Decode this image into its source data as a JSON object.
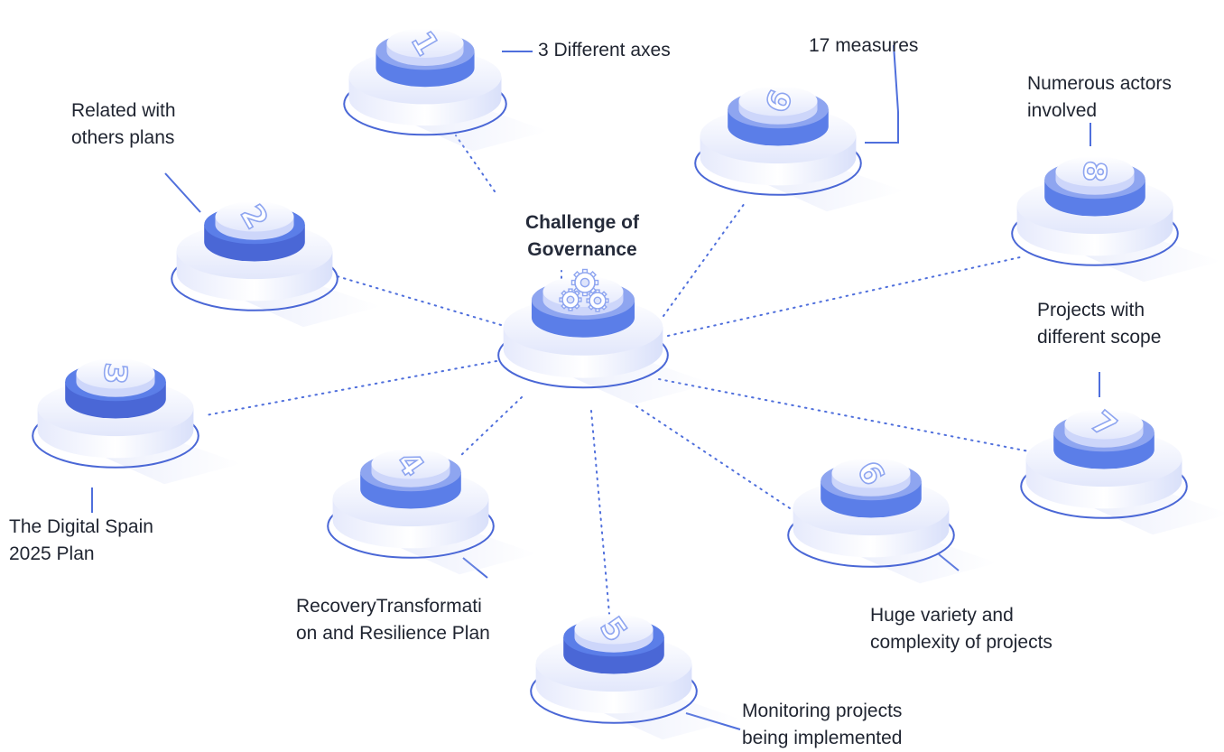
{
  "diagram": {
    "center_title": "Challenge of\nGovernance",
    "center_icon": "gears-icon",
    "nodes": [
      {
        "id": 1,
        "number": "1",
        "label": "3 Different axes"
      },
      {
        "id": 2,
        "number": "2",
        "label": "Related with\nothers plans"
      },
      {
        "id": 3,
        "number": "3",
        "label": "The Digital Spain\n2025 Plan"
      },
      {
        "id": 4,
        "number": "4",
        "label": "RecoveryTransformati\non and Resilience Plan"
      },
      {
        "id": 5,
        "number": "5",
        "label": "Monitoring projects\nbeing implemented"
      },
      {
        "id": 6,
        "number": "6",
        "label": "Huge variety and\ncomplexity of projects"
      },
      {
        "id": 7,
        "number": "7",
        "label": "Projects with\ndifferent scope"
      },
      {
        "id": 8,
        "number": "8",
        "label": "Numerous actors\ninvolved"
      },
      {
        "id": 9,
        "number": "9",
        "label": "17 measures"
      }
    ]
  },
  "colors": {
    "accent": "#5b7ee8",
    "accent_dark": "#4a67d6",
    "button_light": "#e9edfd",
    "connector": "#4f6fdc",
    "text": "#1f2430"
  }
}
